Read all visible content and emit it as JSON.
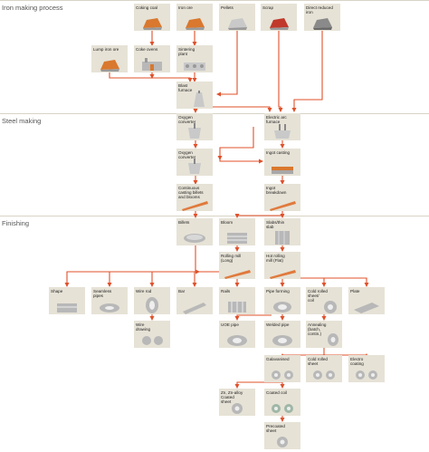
{
  "sections": {
    "iron": "Iron making process",
    "steel": "Steel making",
    "finishing": "Finishing"
  },
  "colors": {
    "arrow": "#e0502a",
    "box": "#e6e2d6",
    "band": "#d8d3c6"
  },
  "nodes": {
    "coking_coal": {
      "label": "Coking coal",
      "icon": "coal-pile-icon"
    },
    "iron_ore": {
      "label": "Iron ore",
      "icon": "ore-pile-icon"
    },
    "pellets": {
      "label": "Pellets",
      "icon": "pellet-pile-icon"
    },
    "scrap": {
      "label": "Scrap",
      "icon": "scrap-pile-icon"
    },
    "dri": {
      "label": "Direct reduced\niron",
      "icon": "dri-pile-icon"
    },
    "lump_ore": {
      "label": "Lump iron ore",
      "icon": "lump-ore-icon"
    },
    "coke_ovens": {
      "label": "Coke ovens",
      "icon": "coke-oven-icon"
    },
    "sintering": {
      "label": "Sintering\nplant",
      "icon": "sinter-plant-icon"
    },
    "blast_furnace": {
      "label": "Blast\nfurnace",
      "icon": "blast-furnace-icon"
    },
    "oxygen_conv1": {
      "label": "Oxygen\nconverter",
      "icon": "converter-icon"
    },
    "eaf": {
      "label": "Electric arc\nfurnace",
      "icon": "electric-arc-furnace-icon"
    },
    "oxygen_conv2": {
      "label": "Oxygen\nconverter",
      "icon": "converter-icon"
    },
    "ingot_casting": {
      "label": "Ingot casting",
      "icon": "ingot-casting-icon"
    },
    "cont_casting": {
      "label": "Continuous\ncasting billets\nand blooms",
      "icon": "continuous-casting-icon"
    },
    "ingot_breakdown": {
      "label": "Ingot\nbreakdown",
      "icon": "ingot-breakdown-icon"
    },
    "billets": {
      "label": "Billets",
      "icon": "billets-icon"
    },
    "bloom": {
      "label": "Bloom",
      "icon": "bloom-icon"
    },
    "slabs": {
      "label": "Slabs/thin\nslab",
      "icon": "slab-icon"
    },
    "rolling_long": {
      "label": "Rolling mill\n(Long)",
      "icon": "rolling-mill-icon"
    },
    "hot_rolling": {
      "label": "Hot rolling\nmill (Flat)",
      "icon": "hot-rolling-mill-icon"
    },
    "shape": {
      "label": "Shape",
      "icon": "shape-icon"
    },
    "seamless": {
      "label": "Seamless\npipes",
      "icon": "pipes-icon"
    },
    "wire_rod": {
      "label": "Wire rod",
      "icon": "wire-rod-icon"
    },
    "bar": {
      "label": "Bar",
      "icon": "bar-icon"
    },
    "rails": {
      "label": "Rails",
      "icon": "rails-icon"
    },
    "pipe_forming": {
      "label": "Pipe forming",
      "icon": "pipe-forming-icon"
    },
    "cold_rolled_coil": {
      "label": "Cold rolled\nsheet/\ncoil",
      "icon": "coil-icon"
    },
    "plate": {
      "label": "Plate",
      "icon": "plate-icon"
    },
    "wire_drawing": {
      "label": "Wire\ndrawing",
      "icon": "wire-drawing-icon"
    },
    "uoe_pipe": {
      "label": "UOE pipe",
      "icon": "pipe-icon"
    },
    "welded_pipe": {
      "label": "Welded pipe",
      "icon": "pipe-icon"
    },
    "annealing": {
      "label": "Annealing\n(batch,\ncontin.)",
      "icon": "annealing-icon"
    },
    "galvanised": {
      "label": "Galavanised",
      "icon": "coils-icon"
    },
    "cold_rolled_sheet": {
      "label": "Cold rolled\nsheet",
      "icon": "coils-icon"
    },
    "electro_coating": {
      "label": "Electro\ncoating",
      "icon": "coils-icon"
    },
    "zn_alloy": {
      "label": "Zn, Zn-alloy\nCoated\nsheet",
      "icon": "coated-coil-icon"
    },
    "coated_coil": {
      "label": "Coated coil",
      "icon": "coated-coil-icon"
    },
    "precoated": {
      "label": "Precoated\nsheet",
      "icon": "coil-icon"
    }
  }
}
